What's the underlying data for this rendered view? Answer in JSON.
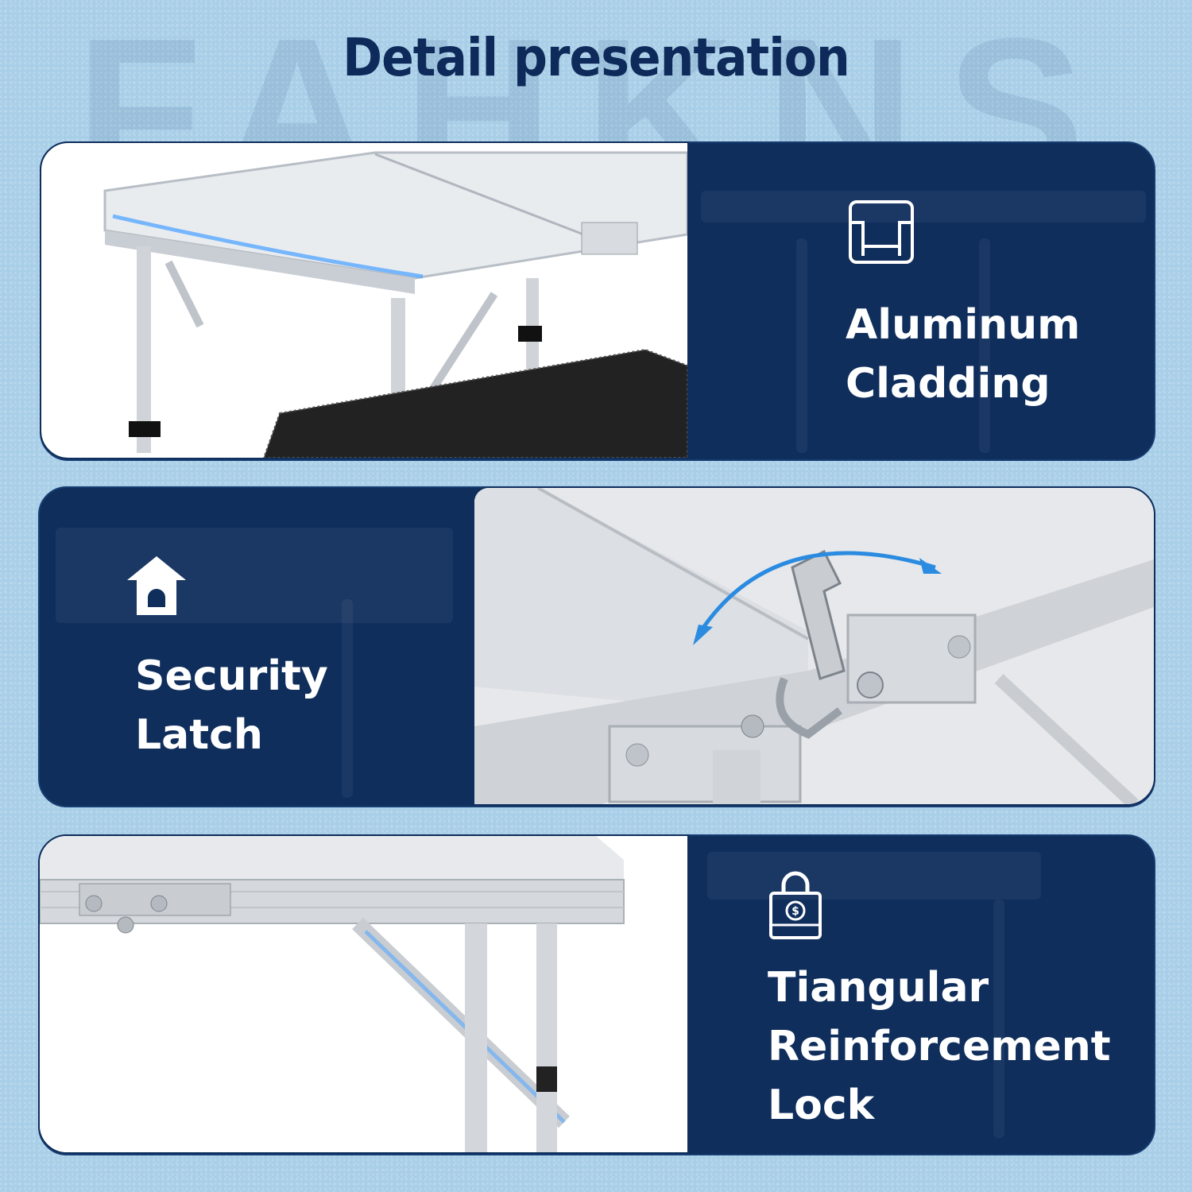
{
  "brand_watermark": "FAHKNS",
  "title": "Detail presentation",
  "features": [
    {
      "icon": "armchair-icon",
      "lines": [
        "Aluminum",
        "Cladding"
      ]
    },
    {
      "icon": "house-icon",
      "lines": [
        "Security",
        "Latch"
      ]
    },
    {
      "icon": "money-lock-icon",
      "lines": [
        "Tiangular",
        "Reinforcement",
        "Lock"
      ]
    }
  ],
  "colors": {
    "panel": "#0f2e5c",
    "background": "#a9cfe8",
    "title": "#0e2a5a"
  }
}
